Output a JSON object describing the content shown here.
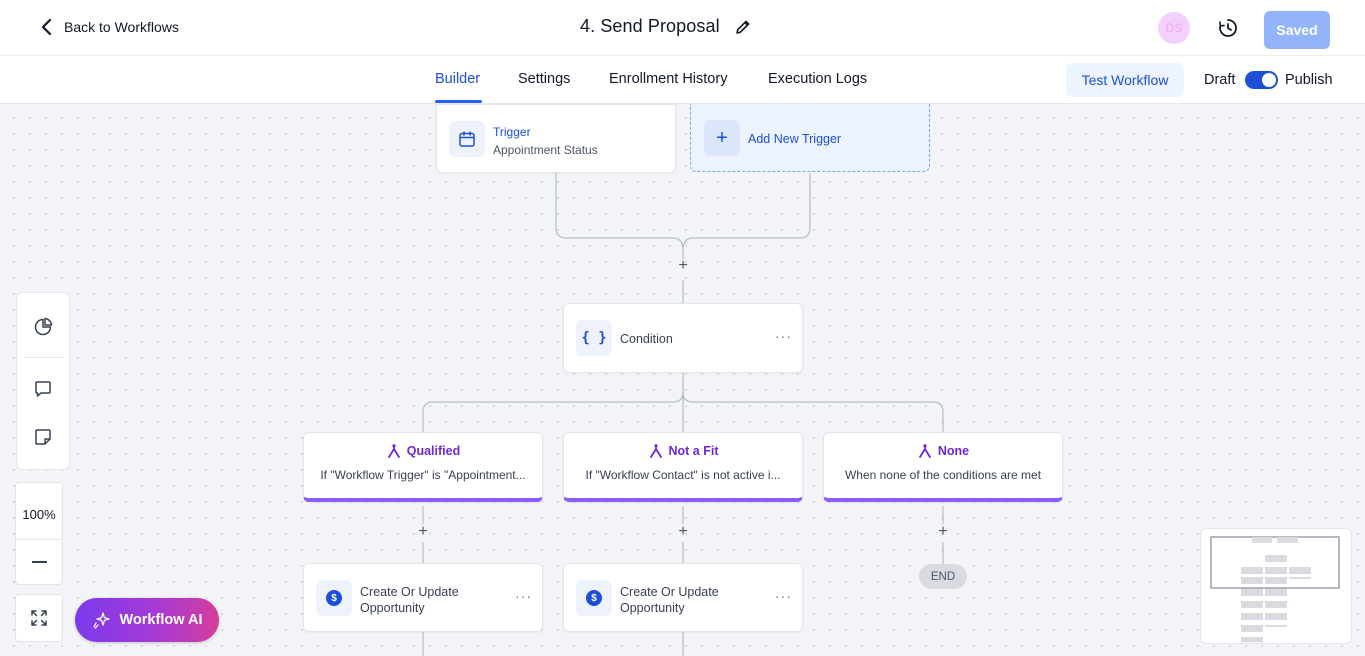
{
  "header": {
    "back_label": "Back to Workflows",
    "title": "4. Send Proposal",
    "avatar_initials": "DS",
    "saved_label": "Saved"
  },
  "tabs": [
    {
      "label": "Builder",
      "active": true
    },
    {
      "label": "Settings",
      "active": false
    },
    {
      "label": "Enrollment History",
      "active": false
    },
    {
      "label": "Execution Logs",
      "active": false
    }
  ],
  "toolbar": {
    "test_label": "Test Workflow",
    "draft_label": "Draft",
    "publish_label": "Publish",
    "published": true
  },
  "canvas": {
    "trigger": {
      "title": "Trigger",
      "subtitle": "Appointment Status"
    },
    "add_trigger_label": "Add New Trigger",
    "condition_label": "Condition",
    "branches": [
      {
        "name": "Qualified",
        "desc": "If \"Workflow Trigger\" is \"Appointment..."
      },
      {
        "name": "Not a Fit",
        "desc": "If \"Workflow Contact\" is not active i..."
      },
      {
        "name": "None",
        "desc": "When none of the conditions are met"
      }
    ],
    "actions": [
      {
        "label": "Create Or Update Opportunity"
      },
      {
        "label": "Create Or Update Opportunity"
      }
    ],
    "end_label": "END"
  },
  "controls": {
    "zoom": "100%",
    "ai_label": "Workflow AI"
  },
  "colors": {
    "accent": "#2563eb",
    "branch_accent": "#8b5cf6",
    "saved_button": "#93b4fb"
  }
}
